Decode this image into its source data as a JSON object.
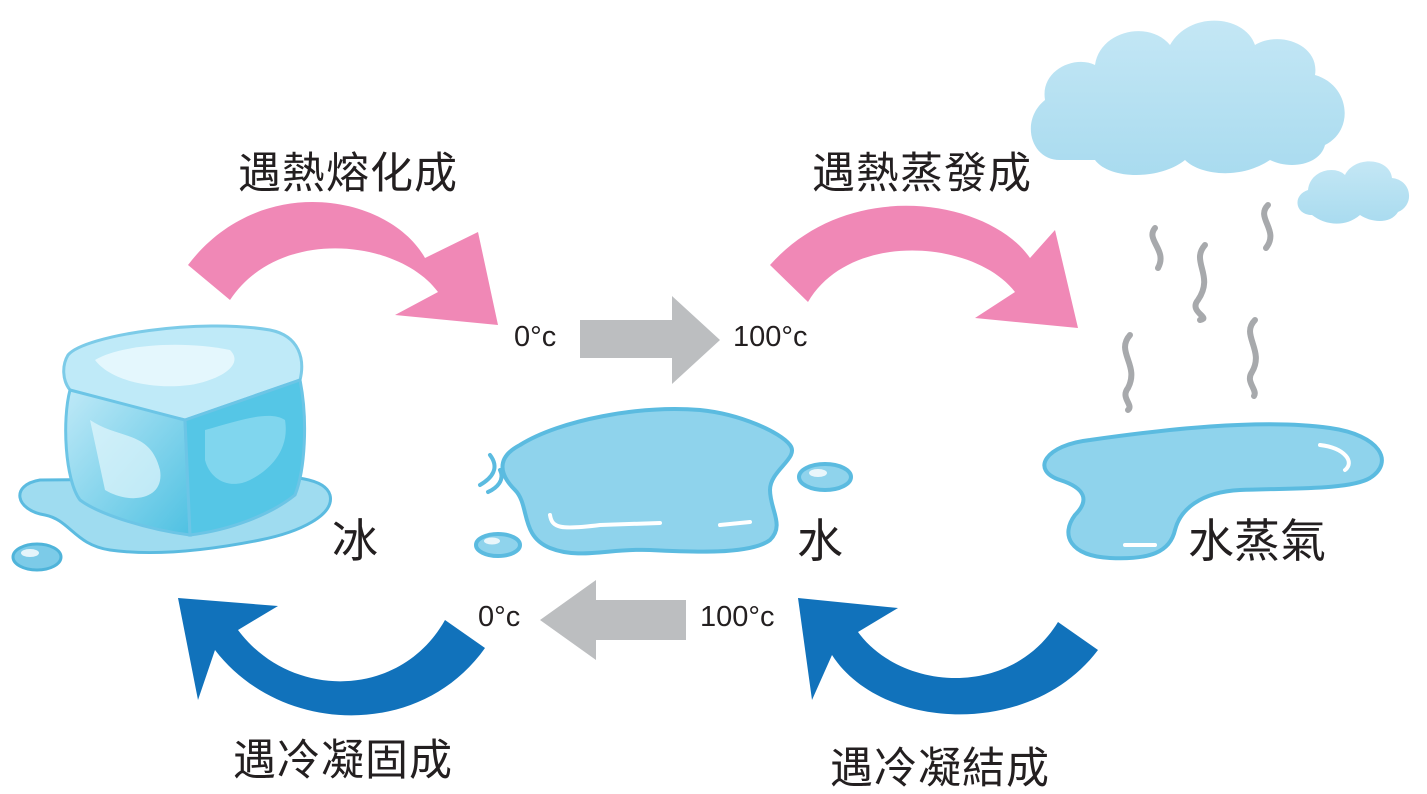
{
  "processes": {
    "melting": "遇熱熔化成",
    "evaporation": "遇熱蒸發成",
    "freezing": "遇冷凝固成",
    "condensation": "遇冷凝結成"
  },
  "states": {
    "ice": "冰",
    "water": "水",
    "vapor": "水蒸氣"
  },
  "temperatures": {
    "top_low": "0°c",
    "top_high": "100°c",
    "bottom_high": "100°c",
    "bottom_low": "0°c"
  },
  "colors": {
    "heat_arrow": "#f088b6",
    "cool_arrow": "#1172bb",
    "temp_arrow": "#bcbec0",
    "water": "#8fd3ec",
    "water_edge": "#5bbbe0",
    "ice": "#8fd6ee",
    "cloud": "#b7e0f1",
    "steam": "#a7a9ac"
  },
  "icons": [
    "ice-cube-icon",
    "water-puddle-icon",
    "vapor-puddle-icon",
    "cloud-icon",
    "steam-icon"
  ]
}
